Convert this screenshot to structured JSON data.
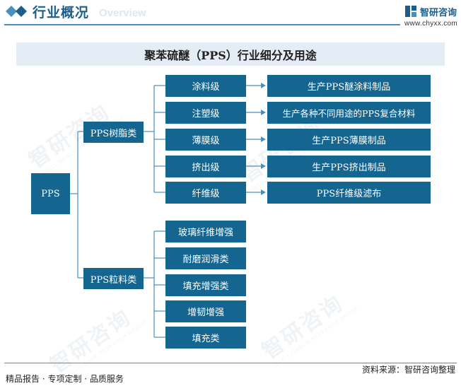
{
  "header": {
    "title": "行业概况",
    "title_ghost": "Overview",
    "brand_name": "智研咨询",
    "brand_url": "www.chyxx.com"
  },
  "watermark": {
    "text": "智研咨询",
    "subtext": "INTELLIGENCE RESEARCH GROUP"
  },
  "diagram": {
    "title": "聚苯硫醚（PPS）行业细分及用途",
    "root": "PPS",
    "resin": {
      "label": "PPS树脂类",
      "grades": [
        {
          "label": "涂料级",
          "use": "生产PPS醚涂料制品"
        },
        {
          "label": "注塑级",
          "use": "生产各种不同用途的PPS复合材料"
        },
        {
          "label": "薄膜级",
          "use": "生产PPS薄膜制品"
        },
        {
          "label": "挤出级",
          "use": "生产PPS挤出制品"
        },
        {
          "label": "纤维级",
          "use": "PPS纤维级滤布"
        }
      ]
    },
    "pellet": {
      "label": "PPS粒料类",
      "grades": [
        {
          "label": "玻璃纤维增强"
        },
        {
          "label": "耐磨润滑类"
        },
        {
          "label": "填充增强类"
        },
        {
          "label": "增韧增强"
        },
        {
          "label": "填充类"
        }
      ]
    }
  },
  "colors": {
    "box": "#14658f",
    "accent": "#1d5f87",
    "line": "#4a8fc0",
    "title_band": "#e4edf5"
  },
  "footer": {
    "left": "精品报告 · 专项定制 · 品质服务",
    "right": "资料来源：智研咨询整理"
  }
}
